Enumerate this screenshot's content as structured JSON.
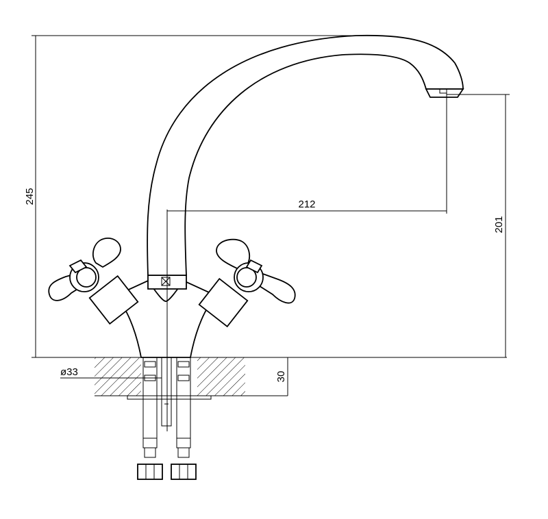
{
  "dimensions": {
    "total_height": "245",
    "spout_height": "201",
    "spout_reach": "212",
    "mount_diameter": "ø33",
    "deck_thickness": "30"
  }
}
